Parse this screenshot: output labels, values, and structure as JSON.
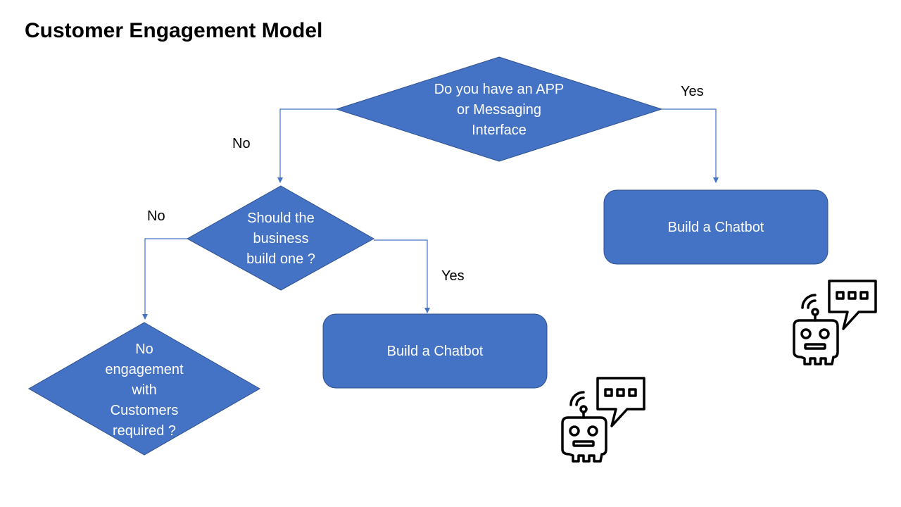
{
  "title": "Customer Engagement Model",
  "nodes": {
    "q1": {
      "lines": [
        "Do you have an APP",
        "or Messaging",
        "Interface"
      ]
    },
    "q2": {
      "lines": [
        "Should the",
        "business",
        "build one ?"
      ]
    },
    "chatbot_right": {
      "label": "Build a Chatbot"
    },
    "chatbot_middle": {
      "label": "Build a Chatbot"
    },
    "no_engagement": {
      "lines": [
        "No",
        "engagement",
        "with",
        "Customers",
        "required ?"
      ]
    }
  },
  "edges": {
    "q1_yes": "Yes",
    "q1_no": "No",
    "q2_no": "No",
    "q2_yes": "Yes"
  },
  "icons": [
    "chatbot-icon",
    "chatbot-icon"
  ],
  "colors": {
    "shape_fill": "#4472c4",
    "shape_border": "#2f528f",
    "connector": "#4472c4"
  }
}
